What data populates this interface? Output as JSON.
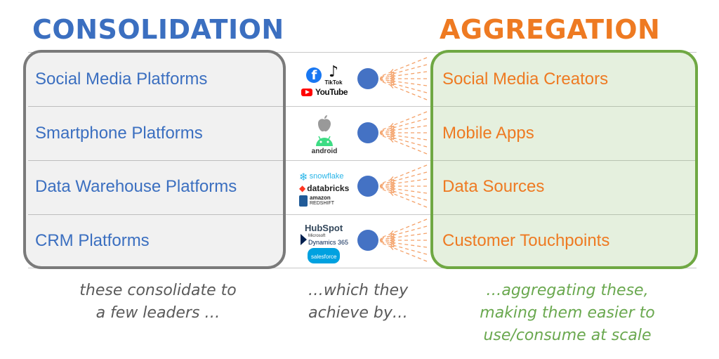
{
  "headings": {
    "left": "CONSOLIDATION",
    "right": "AGGREGATION"
  },
  "rows": [
    {
      "left": "Social Media Platforms",
      "right": "Social Media Creators",
      "logos": {
        "facebook": "f",
        "tiktok": "TikTok",
        "youtube": "YouTube"
      }
    },
    {
      "left": "Smartphone Platforms",
      "right": "Mobile Apps",
      "logos": {
        "android": "android"
      }
    },
    {
      "left": "Data Warehouse Platforms",
      "right": "Data Sources",
      "logos": {
        "snowflake": "snowflake",
        "databricks": "databricks",
        "amazon": "amazon",
        "redshift": "REDSHIFT"
      }
    },
    {
      "left": "CRM Platforms",
      "right": "Customer Touchpoints",
      "logos": {
        "hubspot": "HubSpot",
        "microsoft": "Microsoft",
        "dynamics": "Dynamics 365",
        "salesforce": "salesforce"
      }
    }
  ],
  "captions": {
    "left": [
      "these consolidate to",
      "a few leaders …"
    ],
    "middle": [
      "…which they",
      "achieve by…"
    ],
    "right": [
      "…aggregating these,",
      "making them easier to",
      "use/consume at scale"
    ]
  },
  "colors": {
    "consolidation": "#3b6fc0",
    "aggregation": "#ee7a22",
    "left_border": "#7a7a7a",
    "right_border": "#6fa843",
    "dot": "#4472c4",
    "arrow": "#f4a26a",
    "caption_gray": "#5a5a5a",
    "caption_green": "#6aa84f"
  }
}
